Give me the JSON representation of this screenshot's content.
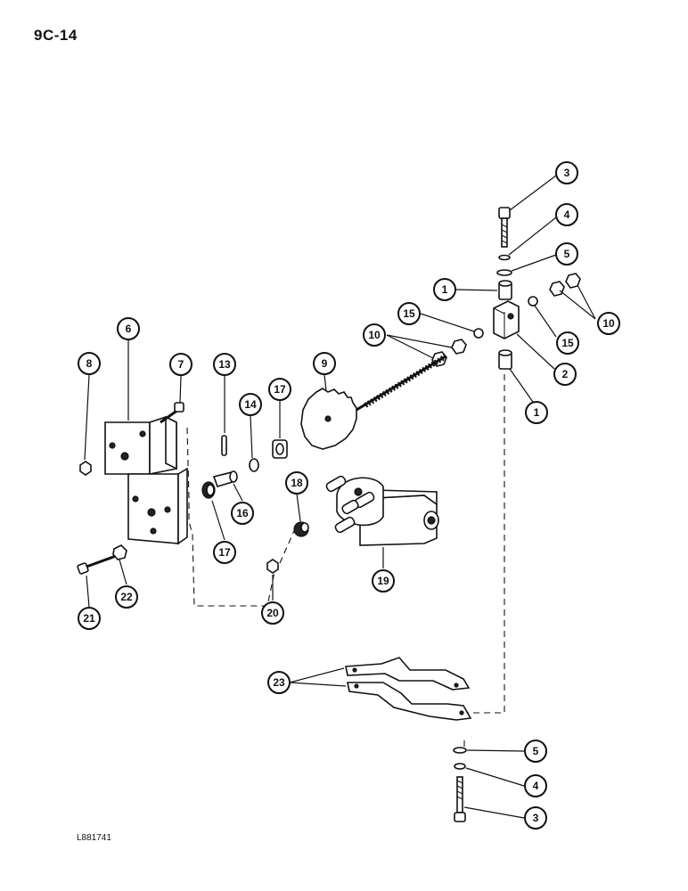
{
  "page": {
    "page_code": "9C-14",
    "figure_code": "L881741"
  },
  "callouts": [
    {
      "id": "c3-top",
      "label": "3"
    },
    {
      "id": "c4-top",
      "label": "4"
    },
    {
      "id": "c5-top",
      "label": "5"
    },
    {
      "id": "c1-top",
      "label": "1"
    },
    {
      "id": "c10-right",
      "label": "10"
    },
    {
      "id": "c15-left",
      "label": "15"
    },
    {
      "id": "c15-right",
      "label": "15"
    },
    {
      "id": "c10-left",
      "label": "10"
    },
    {
      "id": "c2",
      "label": "2"
    },
    {
      "id": "c1-bottom",
      "label": "1"
    },
    {
      "id": "c6",
      "label": "6"
    },
    {
      "id": "c8",
      "label": "8"
    },
    {
      "id": "c7",
      "label": "7"
    },
    {
      "id": "c13",
      "label": "13"
    },
    {
      "id": "c14",
      "label": "14"
    },
    {
      "id": "c17-top",
      "label": "17"
    },
    {
      "id": "c9",
      "label": "9"
    },
    {
      "id": "c16",
      "label": "16"
    },
    {
      "id": "c17-bottom",
      "label": "17"
    },
    {
      "id": "c18",
      "label": "18"
    },
    {
      "id": "c19",
      "label": "19"
    },
    {
      "id": "c20",
      "label": "20"
    },
    {
      "id": "c21",
      "label": "21"
    },
    {
      "id": "c22",
      "label": "22"
    },
    {
      "id": "c23",
      "label": "23"
    },
    {
      "id": "c5-bottom",
      "label": "5"
    },
    {
      "id": "c4-bottom",
      "label": "4"
    },
    {
      "id": "c3-bottom",
      "label": "3"
    }
  ]
}
